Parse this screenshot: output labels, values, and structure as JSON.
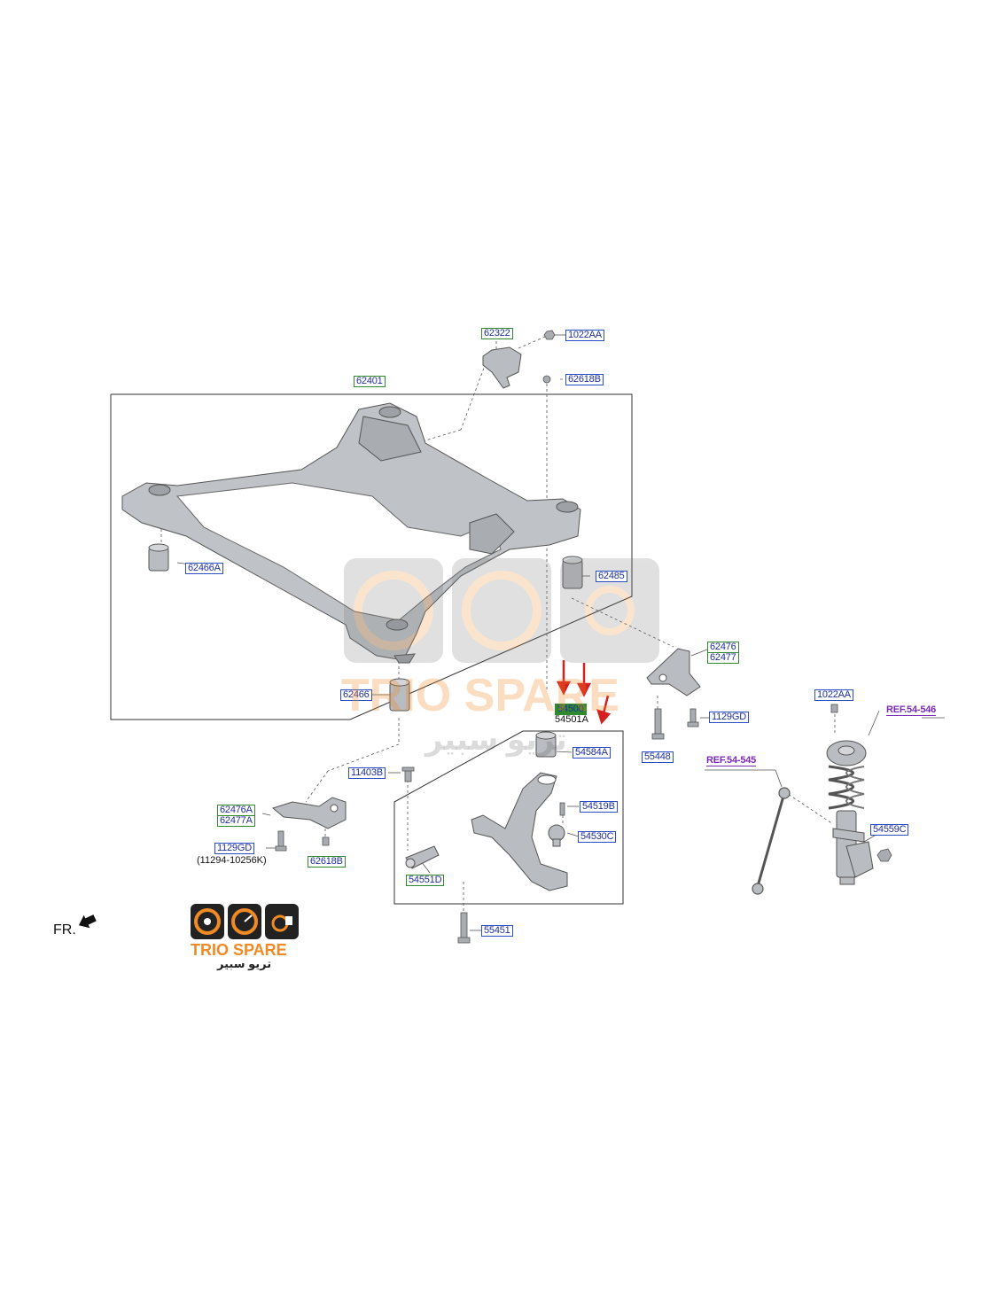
{
  "labels": {
    "p62322": "62322",
    "p1022AA_top": "1022AA",
    "p62618B_top": "62618B",
    "p62401": "62401",
    "p62466A": "62466A",
    "p62485": "62485",
    "p62476_r": "62476",
    "p62477_r": "62477",
    "p62466": "62466",
    "p54500": "54500",
    "p54501A": "54501A",
    "p55448": "55448",
    "p1129GD_r": "1129GD",
    "p1022AA_r": "1022AA",
    "ref_54_546": "REF.54-546",
    "ref_54_545": "REF.54-545",
    "p54584A": "54584A",
    "p11403B": "11403B",
    "p62476A": "62476A",
    "p62477A": "62477A",
    "p1129GD_l": "1129GD",
    "p11294_note": "(11294-10256K)",
    "p62618B_l": "62618B",
    "p54519B": "54519B",
    "p54530C": "54530C",
    "p54551D": "54551D",
    "p54559C": "54559C",
    "p55451": "55451",
    "fr": "FR."
  },
  "watermark": {
    "brand": "TRIO SPARE",
    "arabic": "تريو سبير"
  },
  "logo": {
    "brand": "TRIO SPARE",
    "arabic": "تريو سبير"
  },
  "colors": {
    "label_border_green": "#2f8a2f",
    "label_border_blue": "#2a4fc4",
    "label_text": "#1f2f9a",
    "ref_purple": "#7a2ab5",
    "arrow_red": "#d42020",
    "logo_orange": "#f08a24",
    "logo_dark": "#222222",
    "part_gray": "#b9bcc0"
  }
}
